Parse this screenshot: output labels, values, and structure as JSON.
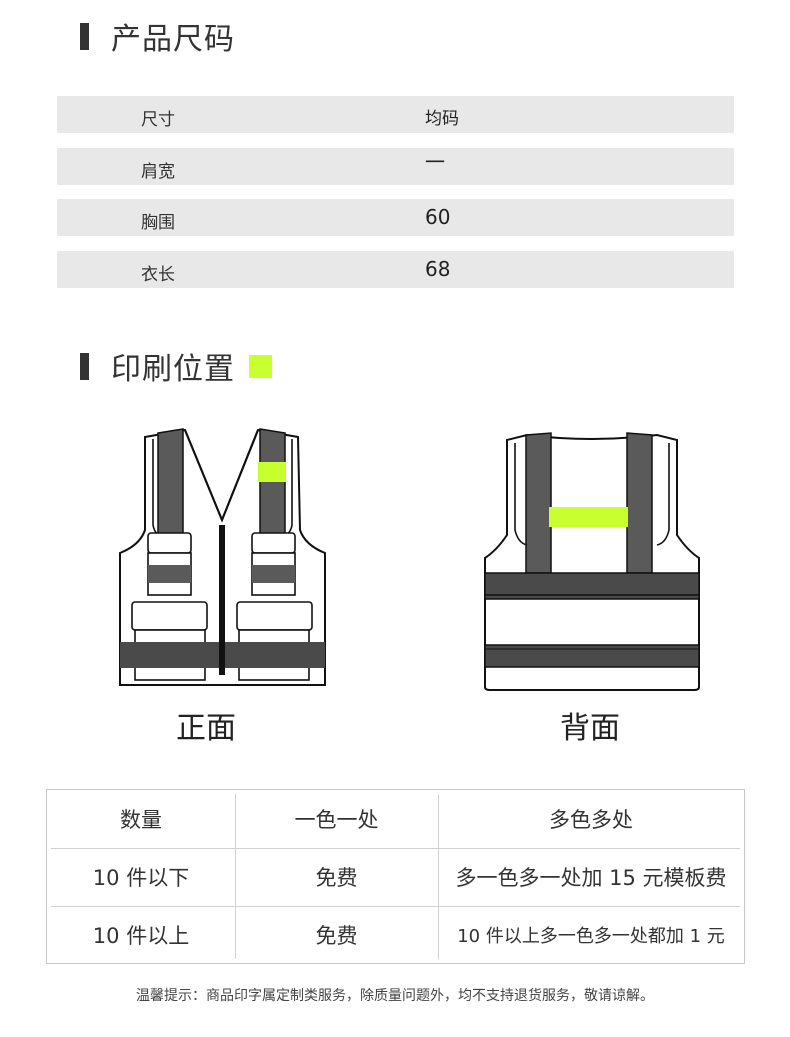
{
  "size_section": {
    "title": "产品尺码",
    "rows": [
      {
        "label": "尺寸",
        "value": "均码"
      },
      {
        "label": "肩宽",
        "value": "一"
      },
      {
        "label": "胸围",
        "value": "60"
      },
      {
        "label": "衣长",
        "value": "68"
      }
    ]
  },
  "print_section": {
    "title": "印刷位置",
    "highlight_color": "#c8ff2e",
    "front_caption": "正面",
    "back_caption": "背面"
  },
  "colors": {
    "vest_stripe": "#5a5a5a",
    "vest_band": "#4a4a4a",
    "print_area": "#c8ff2e"
  },
  "fee_table": {
    "headers": [
      "数量",
      "一色一处",
      "多色多处"
    ],
    "rows": [
      [
        "10 件以下",
        "免费",
        "多一色多一处加 15 元模板费"
      ],
      [
        "10 件以上",
        "免费",
        "10 件以上多一色多一处都加 1 元"
      ]
    ]
  },
  "note": "温馨提示：商品印字属定制类服务，除质量问题外，均不支持退货服务，敬请谅解。"
}
